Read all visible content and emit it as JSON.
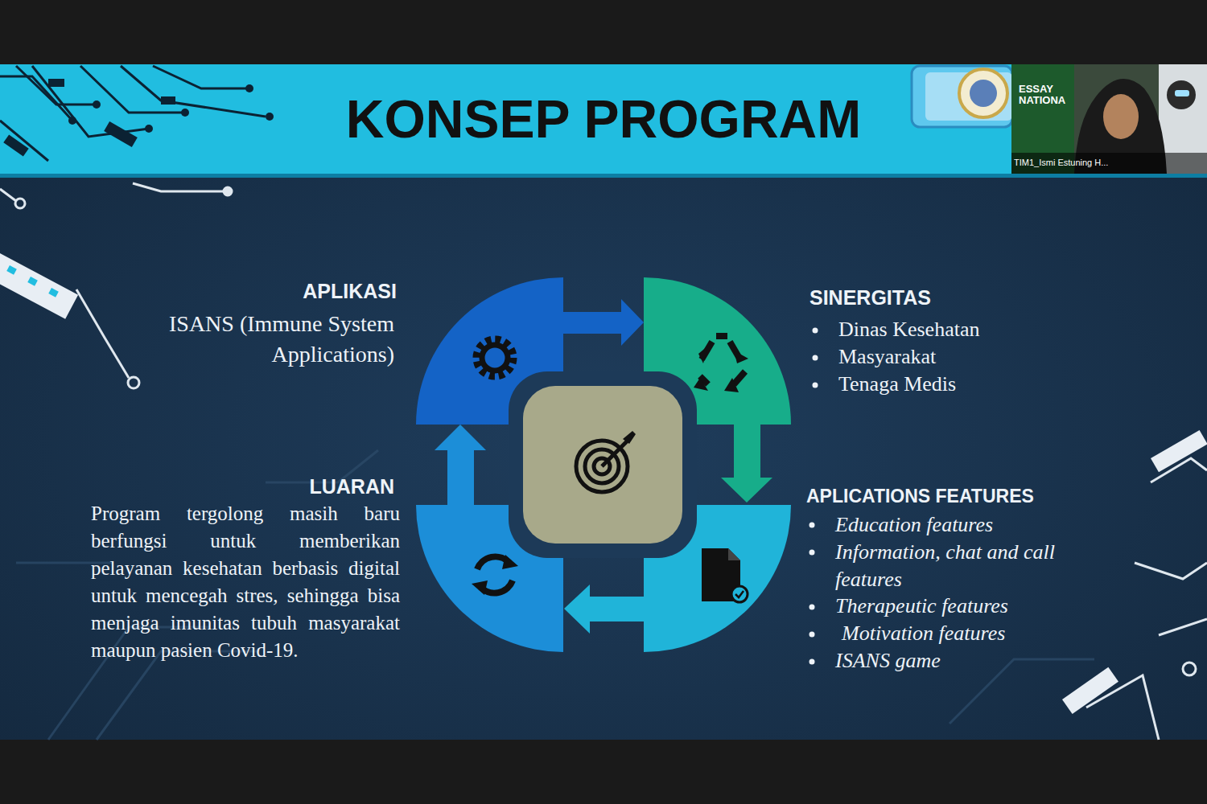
{
  "diagram": {
    "title": "KONSEP PROGRAM",
    "labels": [
      "APLIKASI",
      "ISANS (Immune System Applications)",
      "SINERGITAS",
      "Dinas Kesehatan",
      "Masyarakat",
      "Tenaga Medis",
      "LUARAN",
      "Program tergolong masih baru berfungsi untuk memberikan pelayanan kesehatan berbasis digital untuk mencegah stres, sehingga bisa menjaga imunitas tubuh masyarakat maupun pasien Covid-19.",
      "APLICATIONS FEATURES",
      "Education features",
      "Information, chat and call features",
      "Therapeutic features",
      "Motivation features",
      "ISANS game",
      "ESSAY NATIONA",
      "TIM1_Ismi Estuning H..."
    ]
  }
}
